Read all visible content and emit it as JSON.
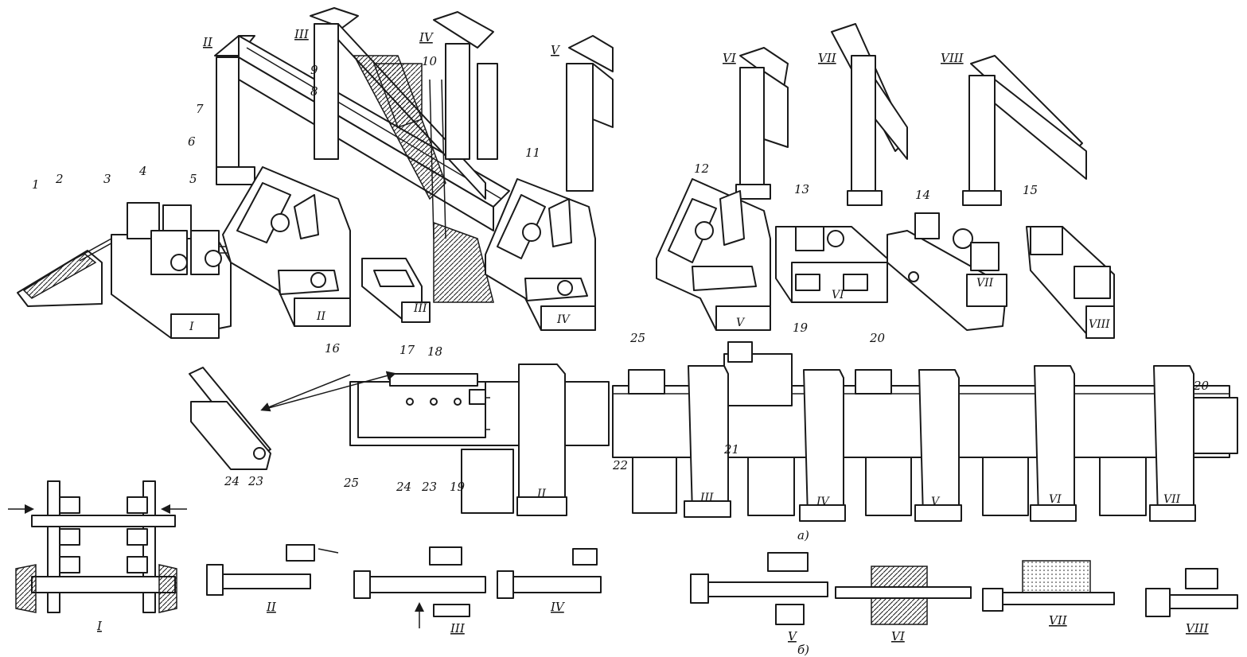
{
  "figure": {
    "part_labels": {
      "a": "а)",
      "b": "б)"
    },
    "callouts": {
      "n1": "1",
      "n2": "2",
      "n3": "3",
      "n4": "4",
      "n5": "5",
      "n6": "6",
      "n7": "7",
      "n8": "8",
      "n9": "9",
      "n10": "10",
      "n11": "11",
      "n12": "12",
      "n13": "13",
      "n14": "14",
      "n15": "15",
      "n16": "16",
      "n17": "17",
      "n18": "18",
      "n19": "19",
      "n20": "20",
      "n21": "21",
      "n22": "22",
      "n23": "23",
      "n24": "24",
      "n25": "25"
    },
    "roman": {
      "I": "I",
      "II": "II",
      "III": "III",
      "IV": "IV",
      "V": "V",
      "VI": "VI",
      "VII": "VII",
      "VIII": "VIII"
    }
  }
}
